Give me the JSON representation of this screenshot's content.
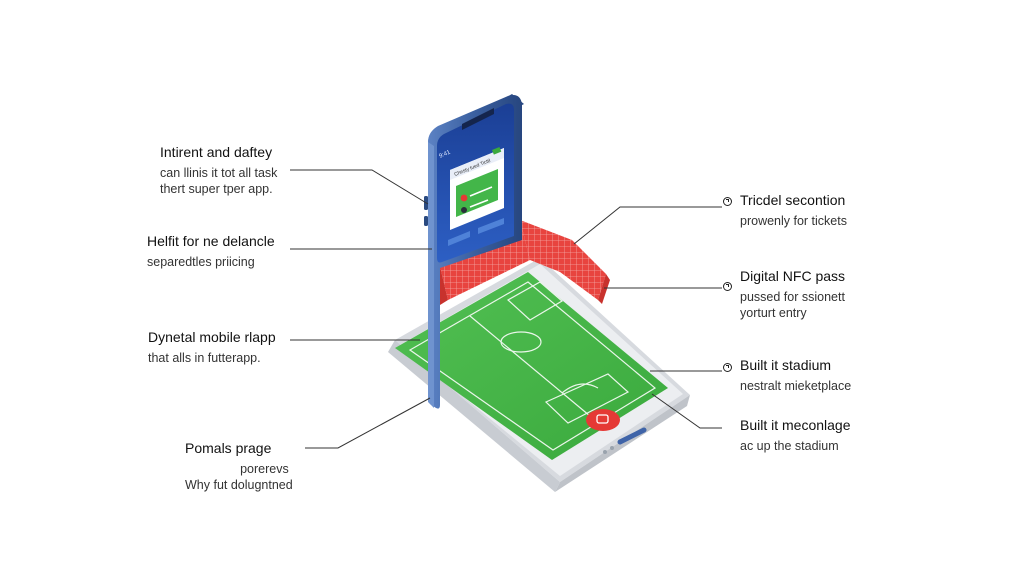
{
  "left_labels": [
    {
      "title": "Intirent and daftey",
      "sub": [
        "can llinis it tot all task",
        "thert super tper app."
      ]
    },
    {
      "title": "Helfit for ne delancle",
      "sub": [
        "separedtles priicing"
      ]
    },
    {
      "title": "Dynetal mobile rlapp",
      "sub": [
        "that alls in futterapp."
      ]
    },
    {
      "title": "Pomals prage",
      "sub": [
        "porerevs",
        "Why fut dolugntned"
      ]
    }
  ],
  "right_labels": [
    {
      "title": "Tricdel secontion",
      "sub": [
        "prowenly for tickets"
      ]
    },
    {
      "title": "Digital NFC pass",
      "sub": [
        "pussed for ssionett",
        "yorturt entry"
      ]
    },
    {
      "title": "Built it stadium",
      "sub": [
        "nestralt mieketplace"
      ]
    },
    {
      "title": "Built it meconlage",
      "sub": [
        "ac up the stadium"
      ]
    }
  ],
  "phone_screen": {
    "status_time": "9:41",
    "card_header": "Chesty tued TicttI"
  },
  "colors": {
    "phone_frame": "#3f64a8",
    "screen_bg": "#1f4aa8",
    "pitch": "#47b548",
    "stands": "#e8443f",
    "base": "#e4e6ea",
    "button": "#e53935"
  }
}
